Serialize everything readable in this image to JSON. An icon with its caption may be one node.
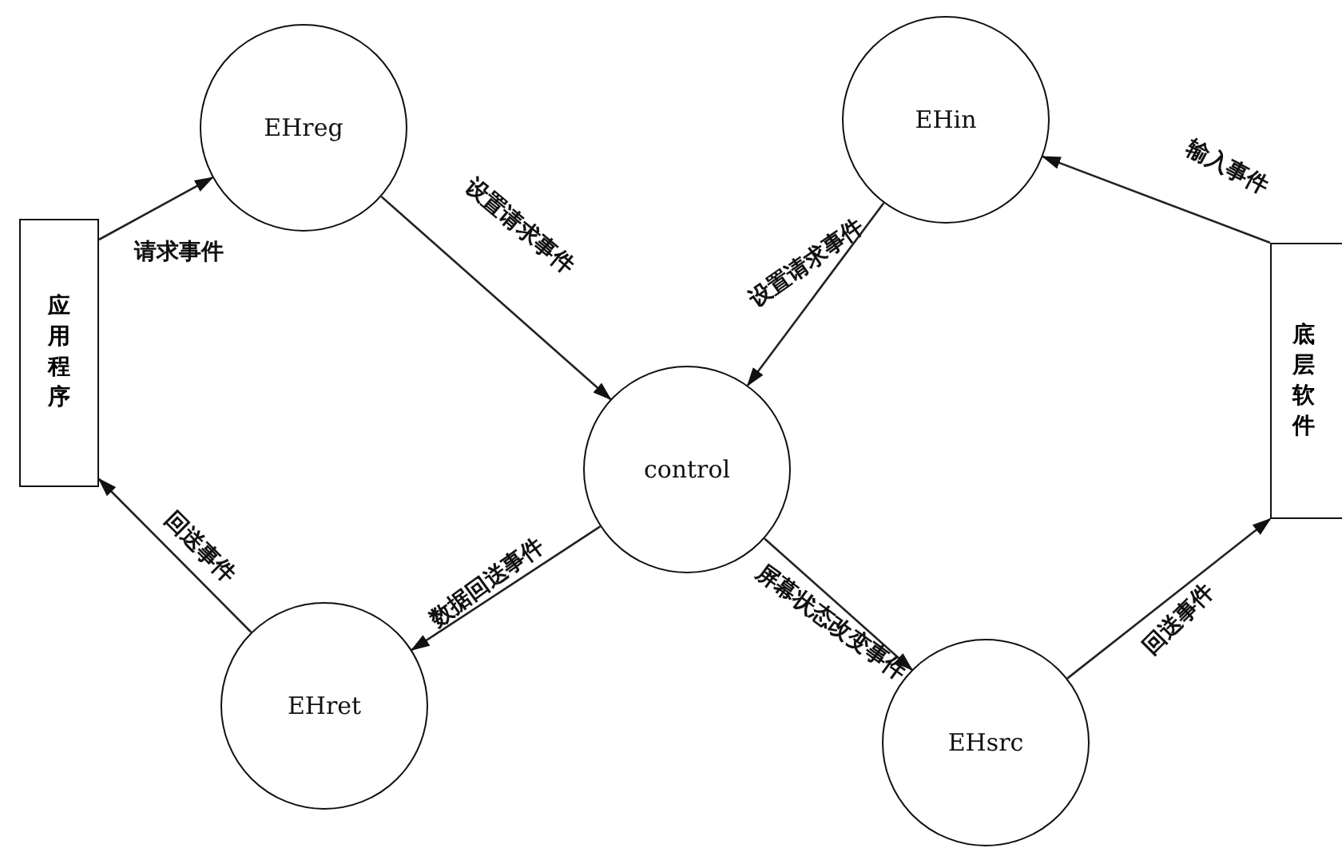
{
  "diagram": {
    "nodes": [
      {
        "text": [
          "应用程序"
        ]
      },
      {
        "text": [
          "EHreg"
        ]
      },
      {
        "text": [
          "EHin"
        ]
      },
      {
        "text": [
          "control"
        ]
      },
      {
        "text": [
          "底层软件"
        ]
      },
      {
        "text": [
          "EHret"
        ]
      },
      {
        "text": [
          "EHsrc"
        ]
      }
    ],
    "edges": [
      {
        "from": 0,
        "to": 1,
        "arrow": "to",
        "label": "请求事件"
      },
      {
        "from": 1,
        "to": 3,
        "arrow": "to",
        "label": "设置请求事件"
      },
      {
        "from": 2,
        "to": 3,
        "arrow": "to",
        "label": "设置请求事件"
      },
      {
        "from": 4,
        "to": 2,
        "arrow": "to",
        "label": "输入事件"
      },
      {
        "from": 3,
        "to": 6,
        "arrow": "to",
        "label": "屏幕状态改变事件"
      },
      {
        "from": 6,
        "to": 4,
        "arrow": "to",
        "label": "回送事件"
      },
      {
        "from": 3,
        "to": 5,
        "arrow": "to",
        "label": "数据回送事件"
      },
      {
        "from": 5,
        "to": 0,
        "arrow": "to",
        "label": "回送事件"
      }
    ]
  }
}
